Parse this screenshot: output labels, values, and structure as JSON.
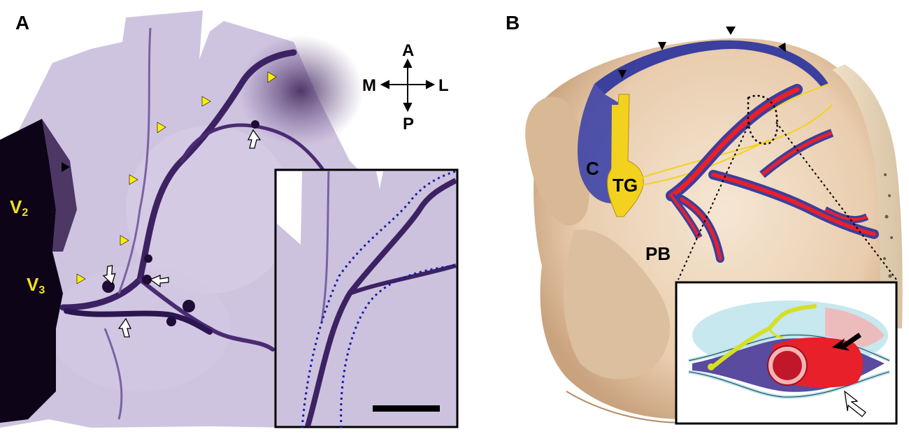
{
  "panel_a": {
    "label": "A",
    "orientation": {
      "anterior": "A",
      "posterior": "P",
      "medial": "M",
      "lateral": "L"
    },
    "nerve_labels": [
      {
        "main": "V",
        "sub": "2"
      },
      {
        "main": "V",
        "sub": "3"
      }
    ],
    "colors": {
      "tissue": "#c9bfdc",
      "stain": "#3a1f66",
      "arrowhead_yellow": "#ffee00",
      "inset_outline": "#1a1aa8"
    }
  },
  "panel_b": {
    "label": "B",
    "structures": {
      "c": "C",
      "tg": "TG",
      "pb": "PB"
    },
    "colors": {
      "artery": "#e8202a",
      "sinus": "#3b3f9e",
      "nerve": "#f2d21e",
      "bone": "#e8c9a8"
    }
  }
}
